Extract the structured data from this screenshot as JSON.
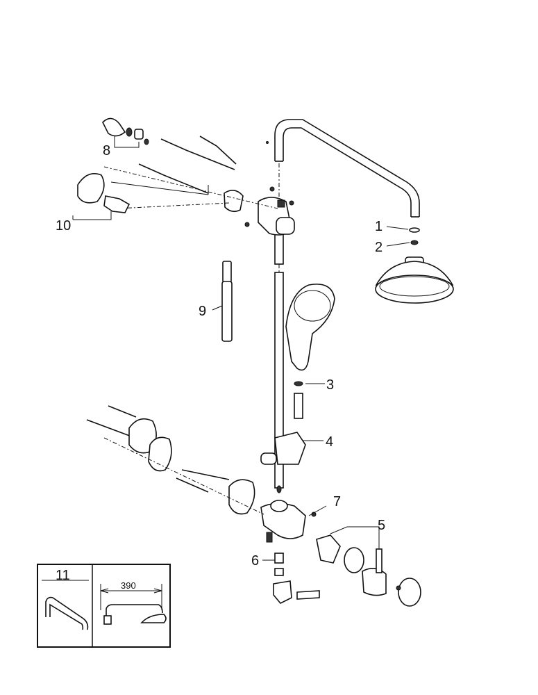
{
  "diagram": {
    "callouts": [
      {
        "id": "1",
        "label": "1"
      },
      {
        "id": "2",
        "label": "2"
      },
      {
        "id": "3",
        "label": "3"
      },
      {
        "id": "4",
        "label": "4"
      },
      {
        "id": "5",
        "label": "5"
      },
      {
        "id": "6",
        "label": "6"
      },
      {
        "id": "7",
        "label": "7"
      },
      {
        "id": "8",
        "label": "8"
      },
      {
        "id": "9",
        "label": "9"
      },
      {
        "id": "10",
        "label": "10"
      }
    ],
    "inset": {
      "part_label": "11",
      "dimension_label": "390"
    }
  }
}
